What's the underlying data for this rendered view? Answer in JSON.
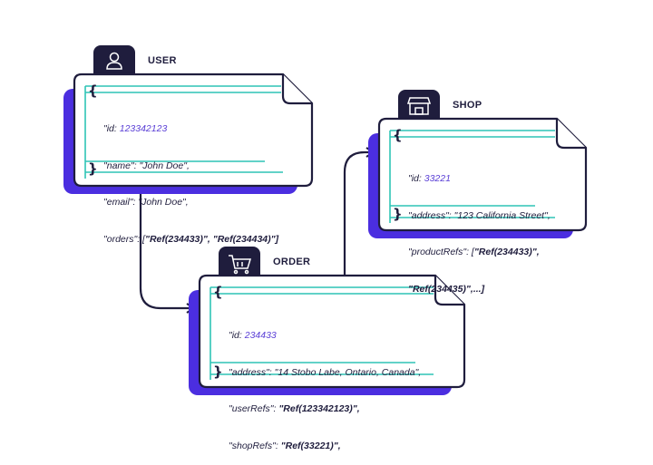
{
  "user": {
    "title": "USER",
    "icon": "user-icon",
    "open_brace": "{",
    "close_brace": "}",
    "lines": [
      {
        "key": "\"id: ",
        "value": "123342123",
        "tail": ""
      },
      {
        "key": "\"name\": \"John Doe\",",
        "value": "",
        "tail": ""
      },
      {
        "key": "\"email\": \"John Doe\",",
        "value": "",
        "tail": ""
      },
      {
        "key": "\"orders\": [",
        "value": "",
        "tail": "\"Ref(234433)\", \"Ref(234434)\"]"
      }
    ]
  },
  "shop": {
    "title": "SHOP",
    "icon": "shop-icon",
    "open_brace": "{",
    "close_brace": "}",
    "lines": [
      {
        "key": "\"id: ",
        "value": "33221",
        "tail": ""
      },
      {
        "key": "\"address\": \"123 California Street\",",
        "value": "",
        "tail": ""
      },
      {
        "key": "\"productRefs\": [",
        "value": "",
        "tail": "\"Ref(234433)\","
      },
      {
        "key": "",
        "value": "",
        "tail": "\"Ref(234435)\",...]"
      }
    ]
  },
  "order": {
    "title": "ORDER",
    "icon": "cart-icon",
    "open_brace": "{",
    "close_brace": "}",
    "lines": [
      {
        "key": "\"id: ",
        "value": "234433",
        "tail": ""
      },
      {
        "key": "\"address\": \"14 Stobo Labe, Ontario, Canada\",",
        "value": "",
        "tail": ""
      },
      {
        "key": "\"userRefs\": ",
        "value": "",
        "tail": "\"Ref(123342123)\","
      },
      {
        "key": "\"shopRefs\": ",
        "value": "",
        "tail": "\"Ref(33221)\","
      }
    ]
  },
  "colors": {
    "ink": "#1f1d3d",
    "shadow": "#4b2ee0",
    "teal": "#2ec4b6",
    "accent_text": "#5a3fd6"
  }
}
